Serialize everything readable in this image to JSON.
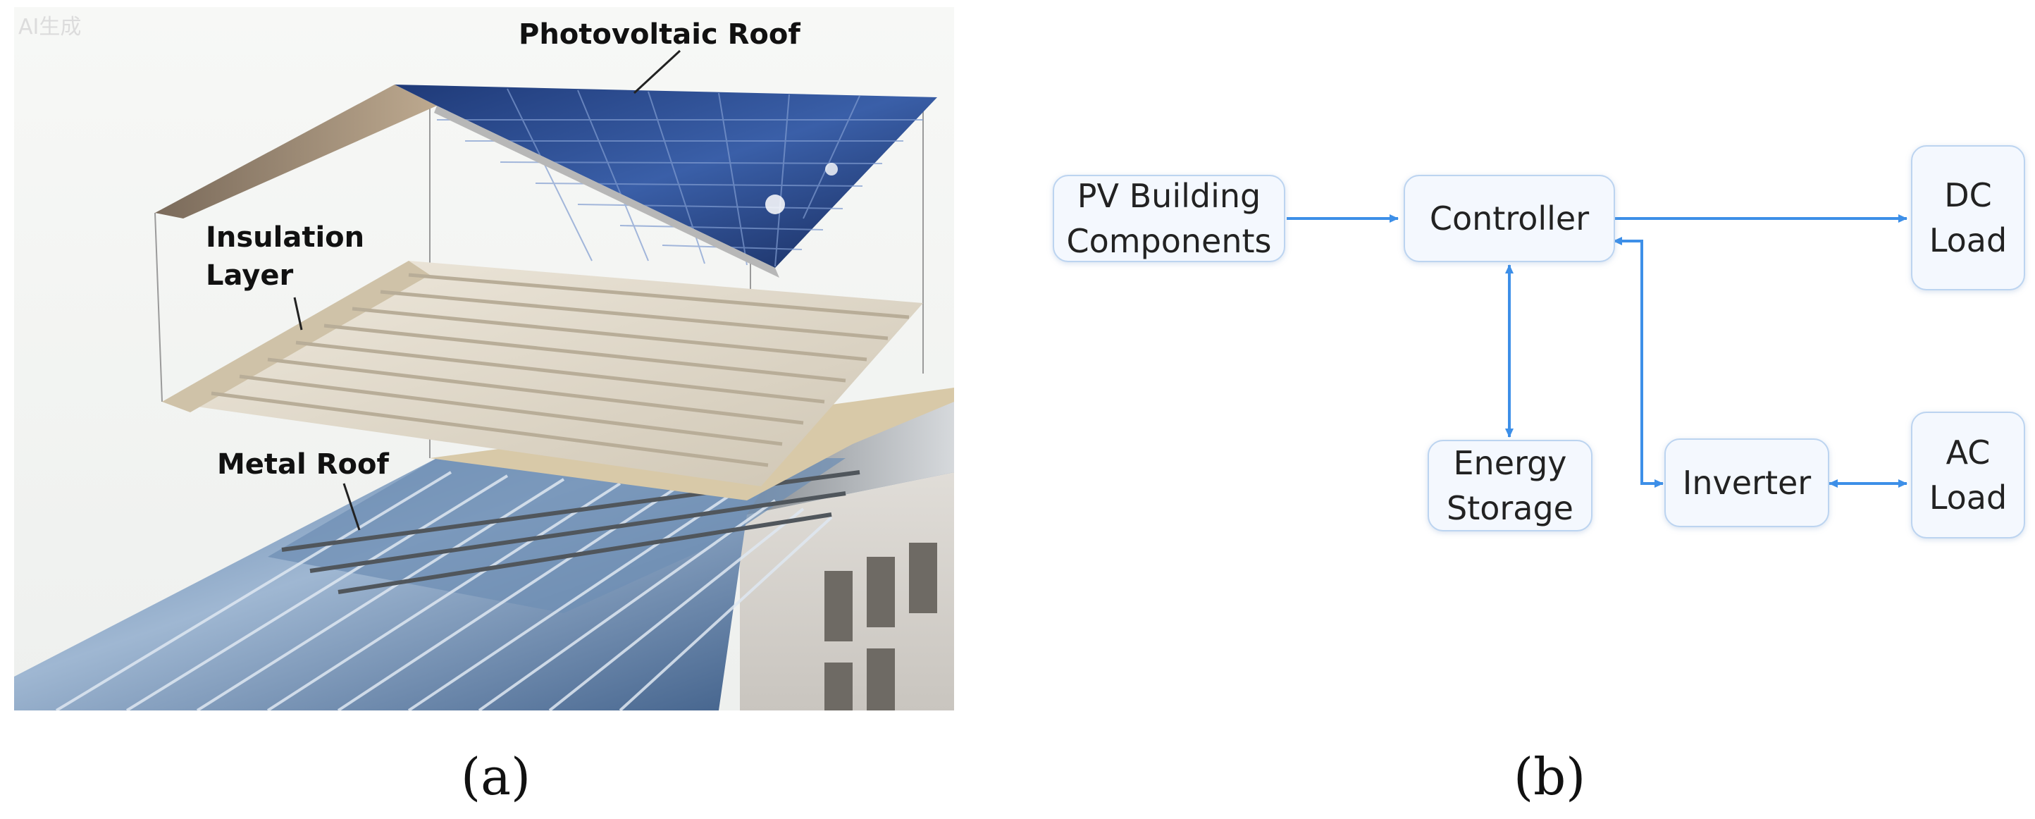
{
  "watermark": "AI生成",
  "panel_a": {
    "labels": {
      "photovoltaic_roof": "Photovoltaic Roof",
      "insulation_line1": "Insulation",
      "insulation_line2": "Layer",
      "metal_roof": "Metal Roof"
    },
    "caption": "(a)"
  },
  "panel_b": {
    "nodes": {
      "pv": "PV Building\nComponents",
      "controller": "Controller",
      "dc_load": "DC\nLoad",
      "energy_storage": "Energy\nStorage",
      "inverter": "Inverter",
      "ac_load": "AC\nLoad"
    },
    "edges": [
      {
        "from": "pv",
        "to": "controller",
        "direction": "one-way"
      },
      {
        "from": "controller",
        "to": "dc_load",
        "direction": "one-way"
      },
      {
        "from": "controller",
        "to": "energy_storage",
        "direction": "two-way"
      },
      {
        "from": "controller",
        "to": "inverter",
        "direction": "two-way"
      },
      {
        "from": "inverter",
        "to": "ac_load",
        "direction": "two-way"
      }
    ],
    "arrow_color": "#3d8fe8",
    "caption": "(b)"
  }
}
